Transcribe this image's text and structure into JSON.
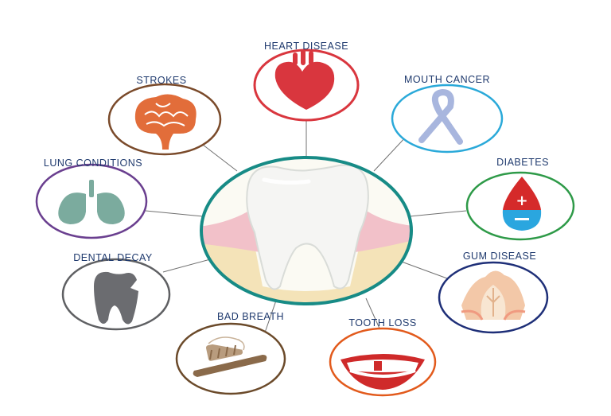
{
  "center": {
    "name": "Tooth with gums"
  },
  "conditions": [
    {
      "id": "heart-disease",
      "label": "HEART DISEASE",
      "icon": "heart-icon",
      "color": "#d9363e"
    },
    {
      "id": "mouth-cancer",
      "label": "MOUTH CANCER",
      "icon": "awareness-ribbon-icon",
      "color": "#2aa9d9"
    },
    {
      "id": "diabetes",
      "label": "DIABETES",
      "icon": "blood-drop-icon",
      "color": "#2e9a48"
    },
    {
      "id": "gum-disease",
      "label": "GUM DISEASE",
      "icon": "gums-icon",
      "color": "#1e2f78"
    },
    {
      "id": "tooth-loss",
      "label": "TOOTH LOSS",
      "icon": "smile-missing-tooth-icon",
      "color": "#e25a1c"
    },
    {
      "id": "bad-breath",
      "label": "BAD BREATH",
      "icon": "toothbrush-icon",
      "color": "#6b4a2a"
    },
    {
      "id": "dental-decay",
      "label": "DENTAL DECAY",
      "icon": "decayed-tooth-icon",
      "color": "#5f6063"
    },
    {
      "id": "lung-conditions",
      "label": "LUNG CONDITIONS",
      "icon": "lungs-icon",
      "color": "#6a3f8f"
    },
    {
      "id": "strokes",
      "label": "STROKES",
      "icon": "brain-icon",
      "color": "#7a4a2a"
    }
  ]
}
